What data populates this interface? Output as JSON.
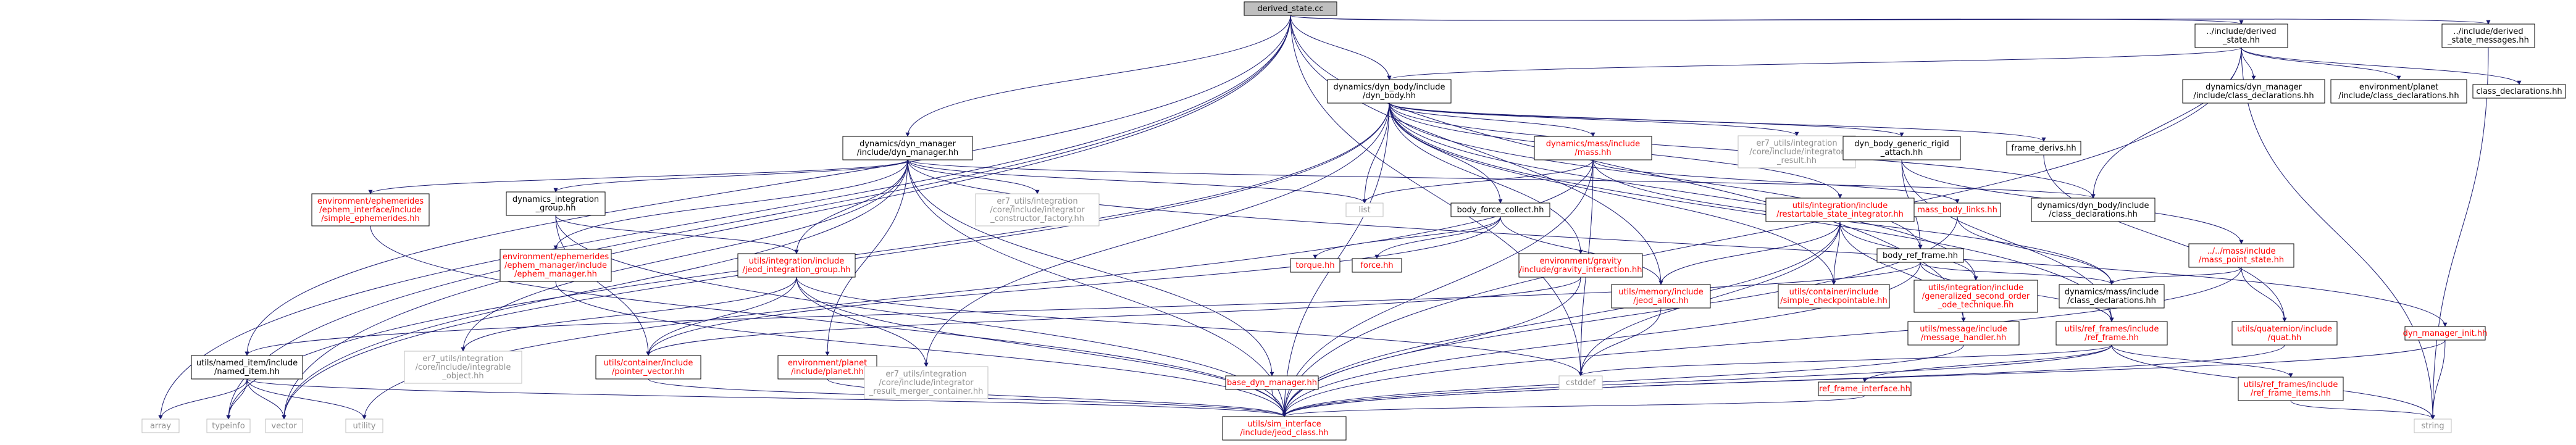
{
  "colors": {
    "edge": "#191970",
    "node_border": "#000000",
    "root_fill": "#bfbfbf",
    "node_fill": "#ffffff",
    "red_text": "#ff0000",
    "grey_text": "#909090"
  },
  "nodes": {
    "root": {
      "lines": [
        "derived_state.cc"
      ],
      "style": "root"
    },
    "inc_derived": {
      "lines": [
        "../include/derived",
        "_state.hh"
      ],
      "style": "normal"
    },
    "inc_derived_msg": {
      "lines": [
        "../include/derived",
        "_state_messages.hh"
      ],
      "style": "normal"
    },
    "dyn_body": {
      "lines": [
        "dynamics/dyn_body/include",
        "/dyn_body.hh"
      ],
      "style": "normal"
    },
    "dyn_manager_cd": {
      "lines": [
        "dynamics/dyn_manager",
        "/include/class_declarations.hh"
      ],
      "style": "normal"
    },
    "env_planet_cd": {
      "lines": [
        "environment/planet",
        "/include/class_declarations.hh"
      ],
      "style": "normal"
    },
    "class_decl": {
      "lines": [
        "class_declarations.hh"
      ],
      "style": "normal"
    },
    "dyn_manager": {
      "lines": [
        "dynamics/dyn_manager",
        "/include/dyn_manager.hh"
      ],
      "style": "normal"
    },
    "mass_hh": {
      "lines": [
        "dynamics/mass/include",
        "/mass.hh"
      ],
      "style": "red"
    },
    "er7_integ_result": {
      "lines": [
        "er7_utils/integration",
        "/core/include/integrator",
        "_result.hh"
      ],
      "style": "grey"
    },
    "dyn_body_generic": {
      "lines": [
        "dyn_body_generic_rigid",
        "_attach.hh"
      ],
      "style": "normal"
    },
    "frame_derivs": {
      "lines": [
        "frame_derivs.hh"
      ],
      "style": "normal"
    },
    "env_ephem_simple": {
      "lines": [
        "environment/ephemerides",
        "/ephem_interface/include",
        "/simple_ephemerides.hh"
      ],
      "style": "red"
    },
    "dyn_integ_group": {
      "lines": [
        "dynamics_integration",
        "_group.hh"
      ],
      "style": "normal"
    },
    "er7_integ_ctor": {
      "lines": [
        "er7_utils/integration",
        "/core/include/integrator",
        "_constructor_factory.hh"
      ],
      "style": "grey"
    },
    "list": {
      "lines": [
        "list"
      ],
      "style": "grey"
    },
    "body_force": {
      "lines": [
        "body_force_collect.hh"
      ],
      "style": "normal"
    },
    "restartable": {
      "lines": [
        "utils/integration/include",
        "/restartable_state_integrator.hh"
      ],
      "style": "red"
    },
    "mass_body_links": {
      "lines": [
        "mass_body_links.hh"
      ],
      "style": "red"
    },
    "dyn_body_cd": {
      "lines": [
        "dynamics/dyn_body/include",
        "/class_declarations.hh"
      ],
      "style": "normal"
    },
    "body_ref_frame": {
      "lines": [
        "body_ref_frame.hh"
      ],
      "style": "normal"
    },
    "mass_point_state": {
      "lines": [
        "../../mass/include",
        "/mass_point_state.hh"
      ],
      "style": "red"
    },
    "env_ephem_manager": {
      "lines": [
        "environment/ephemerides",
        "/ephem_manager/include",
        "/ephem_manager.hh"
      ],
      "style": "red"
    },
    "utils_jeod_integ_group": {
      "lines": [
        "utils/integration/include",
        "/jeod_integration_group.hh"
      ],
      "style": "red"
    },
    "torque": {
      "lines": [
        "torque.hh"
      ],
      "style": "red"
    },
    "force": {
      "lines": [
        "force.hh"
      ],
      "style": "red"
    },
    "env_gravity": {
      "lines": [
        "environment/gravity",
        "/include/gravity_interaction.hh"
      ],
      "style": "red"
    },
    "utils_jeod_alloc": {
      "lines": [
        "utils/memory/include",
        "/jeod_alloc.hh"
      ],
      "style": "red"
    },
    "utils_simple_ckpt": {
      "lines": [
        "utils/container/include",
        "/simple_checkpointable.hh"
      ],
      "style": "red"
    },
    "utils_gen_second": {
      "lines": [
        "utils/integration/include",
        "/generalized_second_order",
        "_ode_technique.hh"
      ],
      "style": "red"
    },
    "dyn_mass_cd": {
      "lines": [
        "dynamics/mass/include",
        "/class_declarations.hh"
      ],
      "style": "normal"
    },
    "utils_message_handler": {
      "lines": [
        "utils/message/include",
        "/message_handler.hh"
      ],
      "style": "red"
    },
    "utils_ref_frame": {
      "lines": [
        "utils/ref_frames/include",
        "/ref_frame.hh"
      ],
      "style": "red"
    },
    "utils_quat": {
      "lines": [
        "utils/quaternion/include",
        "/quat.hh"
      ],
      "style": "red"
    },
    "dyn_manager_init": {
      "lines": [
        "dyn_manager_init.hh"
      ],
      "style": "red"
    },
    "utils_named_item": {
      "lines": [
        "utils/named_item/include",
        "/named_item.hh"
      ],
      "style": "normal"
    },
    "er7_integrable_obj": {
      "lines": [
        "er7_utils/integration",
        "/core/include/integrable",
        "_object.hh"
      ],
      "style": "grey"
    },
    "utils_pointer_vector": {
      "lines": [
        "utils/container/include",
        "/pointer_vector.hh"
      ],
      "style": "red"
    },
    "env_planet": {
      "lines": [
        "environment/planet",
        "/include/planet.hh"
      ],
      "style": "red"
    },
    "er7_result_merger": {
      "lines": [
        "er7_utils/integration",
        "/core/include/integrator",
        "_result_merger_container.hh"
      ],
      "style": "grey"
    },
    "base_dyn_manager": {
      "lines": [
        "base_dyn_manager.hh"
      ],
      "style": "red"
    },
    "cstddef": {
      "lines": [
        "cstddef"
      ],
      "style": "grey"
    },
    "ref_frame_interface": {
      "lines": [
        "ref_frame_interface.hh"
      ],
      "style": "red"
    },
    "ref_frame_items": {
      "lines": [
        "utils/ref_frames/include",
        "/ref_frame_items.hh"
      ],
      "style": "red"
    },
    "array": {
      "lines": [
        "array"
      ],
      "style": "grey"
    },
    "typeinfo": {
      "lines": [
        "typeinfo"
      ],
      "style": "grey"
    },
    "vector": {
      "lines": [
        "vector"
      ],
      "style": "grey"
    },
    "utility": {
      "lines": [
        "utility"
      ],
      "style": "grey"
    },
    "sim_interface": {
      "lines": [
        "utils/sim_interface",
        "/include/jeod_class.hh"
      ],
      "style": "red"
    },
    "string": {
      "lines": [
        "string"
      ],
      "style": "grey"
    }
  },
  "edges": [
    [
      "root",
      "inc_derived"
    ],
    [
      "root",
      "inc_derived_msg"
    ],
    [
      "root",
      "dyn_body"
    ],
    [
      "root",
      "dyn_manager"
    ],
    [
      "root",
      "utils_named_item"
    ],
    [
      "root",
      "array"
    ],
    [
      "root",
      "typeinfo"
    ],
    [
      "root",
      "vector"
    ],
    [
      "root",
      "cstddef"
    ],
    [
      "root",
      "utils_jeod_alloc"
    ],
    [
      "root",
      "utils_message_handler"
    ],
    [
      "inc_derived",
      "dyn_body"
    ],
    [
      "inc_derived",
      "dyn_manager_cd"
    ],
    [
      "inc_derived",
      "env_planet_cd"
    ],
    [
      "inc_derived",
      "class_decl"
    ],
    [
      "inc_derived",
      "dyn_body_cd"
    ],
    [
      "inc_derived",
      "sim_interface"
    ],
    [
      "inc_derived",
      "string"
    ],
    [
      "inc_derived_msg",
      "string"
    ],
    [
      "dyn_body",
      "mass_hh"
    ],
    [
      "dyn_body",
      "er7_integ_result"
    ],
    [
      "dyn_body",
      "dyn_body_generic"
    ],
    [
      "dyn_body",
      "frame_derivs"
    ],
    [
      "dyn_body",
      "body_force"
    ],
    [
      "dyn_body",
      "restartable"
    ],
    [
      "dyn_body",
      "list"
    ],
    [
      "dyn_body",
      "body_ref_frame"
    ],
    [
      "dyn_body",
      "env_gravity"
    ],
    [
      "dyn_body",
      "er7_result_merger"
    ],
    [
      "dyn_body",
      "utils_simple_ckpt"
    ],
    [
      "dyn_body",
      "utils_gen_second"
    ],
    [
      "dyn_body",
      "utils_ref_frame"
    ],
    [
      "dyn_body",
      "sim_interface"
    ],
    [
      "dyn_body",
      "typeinfo"
    ],
    [
      "dyn_body",
      "vector"
    ],
    [
      "dyn_body",
      "dyn_body_cd"
    ],
    [
      "dyn_manager",
      "env_ephem_simple"
    ],
    [
      "dyn_manager",
      "dyn_integ_group"
    ],
    [
      "dyn_manager",
      "er7_integ_ctor"
    ],
    [
      "dyn_manager",
      "list"
    ],
    [
      "dyn_manager",
      "env_ephem_manager"
    ],
    [
      "dyn_manager",
      "utils_jeod_integ_group"
    ],
    [
      "dyn_manager",
      "env_planet"
    ],
    [
      "dyn_manager",
      "base_dyn_manager"
    ],
    [
      "dyn_manager",
      "er7_integrable_obj"
    ],
    [
      "dyn_manager",
      "dyn_manager_init"
    ],
    [
      "dyn_manager",
      "sim_interface"
    ],
    [
      "dyn_manager",
      "vector"
    ],
    [
      "dyn_manager",
      "dyn_body_cd"
    ],
    [
      "mass_hh",
      "list"
    ],
    [
      "mass_hh",
      "mass_body_links"
    ],
    [
      "mass_hh",
      "dyn_mass_cd"
    ],
    [
      "mass_hh",
      "cstddef"
    ],
    [
      "mass_hh",
      "sim_interface"
    ],
    [
      "mass_hh",
      "utility"
    ],
    [
      "dyn_body_generic",
      "body_ref_frame"
    ],
    [
      "dyn_body_generic",
      "mass_point_state"
    ],
    [
      "dyn_body_generic",
      "utils_ref_frame"
    ],
    [
      "frame_derivs",
      "utils_quat"
    ],
    [
      "body_force",
      "torque"
    ],
    [
      "body_force",
      "force"
    ],
    [
      "body_force",
      "utils_jeod_alloc"
    ],
    [
      "body_force",
      "utils_pointer_vector"
    ],
    [
      "restartable",
      "utils_jeod_alloc"
    ],
    [
      "restartable",
      "utils_simple_ckpt"
    ],
    [
      "restartable",
      "utils_gen_second"
    ],
    [
      "restartable",
      "sim_interface"
    ],
    [
      "restartable",
      "cstddef"
    ],
    [
      "restartable",
      "utils_message_handler"
    ],
    [
      "mass_body_links",
      "dyn_mass_cd"
    ],
    [
      "mass_body_links",
      "sim_interface"
    ],
    [
      "body_ref_frame",
      "dyn_mass_cd"
    ],
    [
      "body_ref_frame",
      "utils_ref_frame"
    ],
    [
      "body_ref_frame",
      "sim_interface"
    ],
    [
      "body_ref_frame",
      "utils_named_item"
    ],
    [
      "mass_point_state",
      "dyn_mass_cd"
    ],
    [
      "mass_point_state",
      "utils_quat"
    ],
    [
      "mass_point_state",
      "sim_interface"
    ],
    [
      "env_ephem_simple",
      "sim_interface"
    ],
    [
      "env_ephem_manager",
      "sim_interface"
    ],
    [
      "dyn_integ_group",
      "utils_jeod_integ_group"
    ],
    [
      "dyn_integ_group",
      "utils_pointer_vector"
    ],
    [
      "dyn_integ_group",
      "sim_interface"
    ],
    [
      "utils_jeod_integ_group",
      "er7_integrable_obj"
    ],
    [
      "utils_jeod_integ_group",
      "er7_result_merger"
    ],
    [
      "utils_jeod_integ_group",
      "utils_pointer_vector"
    ],
    [
      "utils_jeod_integ_group",
      "sim_interface"
    ],
    [
      "utils_jeod_integ_group",
      "cstddef"
    ],
    [
      "env_gravity",
      "utils_pointer_vector"
    ],
    [
      "env_gravity",
      "sim_interface"
    ],
    [
      "utils_jeod_alloc",
      "cstddef"
    ],
    [
      "utils_message_handler",
      "sim_interface"
    ],
    [
      "utils_ref_frame",
      "ref_frame_interface"
    ],
    [
      "utils_ref_frame",
      "ref_frame_items"
    ],
    [
      "utils_ref_frame",
      "sim_interface"
    ],
    [
      "utils_ref_frame",
      "string"
    ],
    [
      "utils_ref_frame",
      "cstddef"
    ],
    [
      "utils_quat",
      "sim_interface"
    ],
    [
      "dyn_manager_init",
      "sim_interface"
    ],
    [
      "dyn_manager_init",
      "string"
    ],
    [
      "utils_named_item",
      "sim_interface"
    ],
    [
      "utils_named_item",
      "array"
    ],
    [
      "utils_named_item",
      "typeinfo"
    ],
    [
      "utils_named_item",
      "vector"
    ],
    [
      "utils_named_item",
      "utility"
    ],
    [
      "utils_pointer_vector",
      "sim_interface"
    ],
    [
      "env_planet",
      "sim_interface"
    ],
    [
      "base_dyn_manager",
      "sim_interface"
    ],
    [
      "ref_frame_interface",
      "sim_interface"
    ],
    [
      "ref_frame_items",
      "string"
    ]
  ]
}
